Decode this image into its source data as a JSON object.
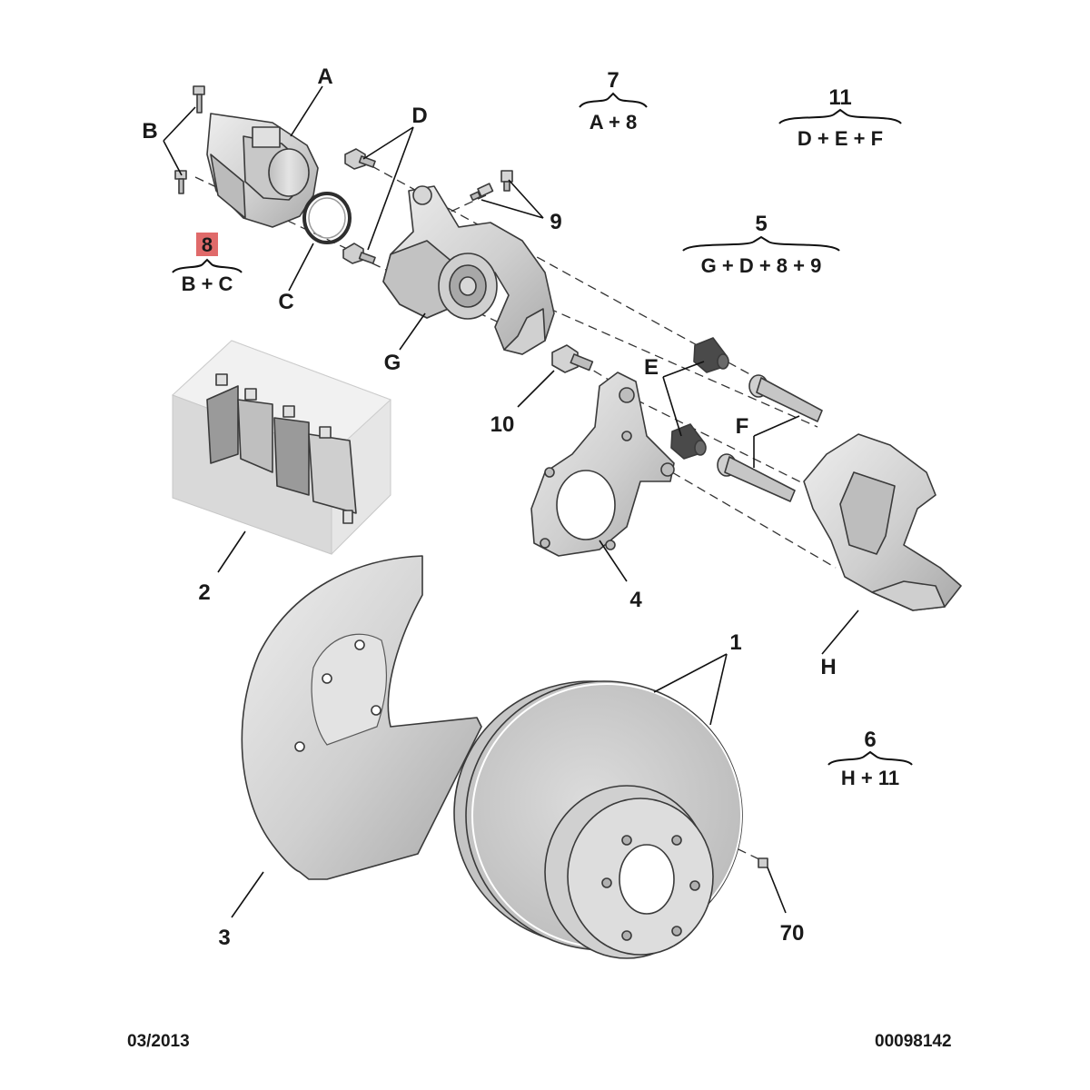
{
  "labels": {
    "A": "A",
    "B": "B",
    "C": "C",
    "D": "D",
    "E": "E",
    "F": "F",
    "G": "G",
    "H": "H",
    "p1": "1",
    "p2": "2",
    "p3": "3",
    "p4": "4",
    "p9": "9",
    "p10": "10",
    "p70": "70"
  },
  "groups": [
    {
      "id": "g7",
      "number": "7",
      "formula": "A + 8"
    },
    {
      "id": "g11",
      "number": "11",
      "formula": "D + E + F"
    },
    {
      "id": "g5",
      "number": "5",
      "formula": "G + D + 8 + 9"
    },
    {
      "id": "g8",
      "number": "8",
      "formula": "B + C",
      "highlighted": true
    },
    {
      "id": "g6",
      "number": "6",
      "formula": "H + 11"
    }
  ],
  "footer": {
    "date": "03/2013",
    "reference": "00098142"
  },
  "colors": {
    "highlight": "#e06a6a",
    "part_fill": "#d9d9d9",
    "part_shade": "#b5b5b5"
  }
}
